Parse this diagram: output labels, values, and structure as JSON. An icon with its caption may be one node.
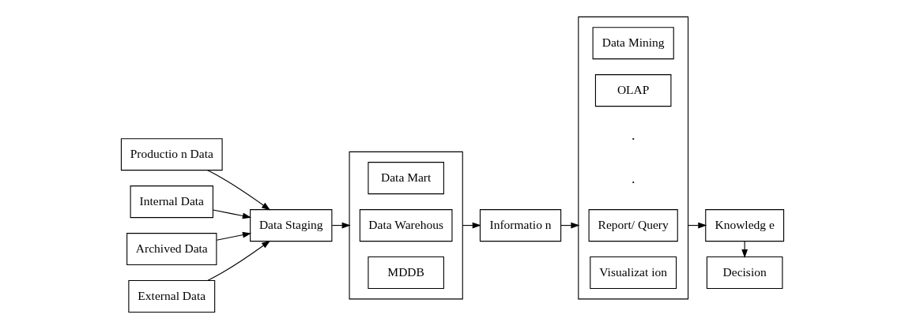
{
  "diagram": {
    "nodes": [
      {
        "text": [
          "Productio n Data"
        ]
      },
      {
        "text": [
          "Internal Data"
        ]
      },
      {
        "text": [
          "Archived Data"
        ]
      },
      {
        "text": [
          "External Data"
        ]
      },
      {
        "text": [
          "Data Staging"
        ]
      },
      {
        "text": [],
        "shape": "box"
      },
      {
        "text": [
          "Data Mart"
        ],
        "in": 5
      },
      {
        "text": [
          "Data Warehous"
        ],
        "in": 5
      },
      {
        "text": [
          "MDDB"
        ],
        "in": 5
      },
      {
        "text": [
          "Informatio n"
        ]
      },
      {
        "text": [],
        "shape": "box"
      },
      {
        "text": [
          "Data Mining"
        ],
        "in": 10
      },
      {
        "text": [
          "OLAP"
        ],
        "in": 10
      },
      {
        "text": [
          "Report/ Query"
        ],
        "in": 10
      },
      {
        "text": [
          "Visualizat ion"
        ],
        "in": 10
      },
      {
        "text": [
          "Knowledg e"
        ]
      },
      {
        "text": [
          "Decision"
        ]
      }
    ],
    "edges": [
      {
        "from": 0,
        "to": 4,
        "arrow": "to"
      },
      {
        "from": 1,
        "to": 4,
        "arrow": "to"
      },
      {
        "from": 2,
        "to": 4,
        "arrow": "to"
      },
      {
        "from": 3,
        "to": 4,
        "arrow": "to"
      },
      {
        "from": 4,
        "to": 5,
        "arrow": "to"
      },
      {
        "from": 5,
        "to": 9,
        "arrow": "to"
      },
      {
        "from": 9,
        "to": 10,
        "arrow": "to"
      },
      {
        "from": 10,
        "to": 15,
        "arrow": "to"
      },
      {
        "from": 15,
        "to": 16,
        "arrow": "to"
      }
    ],
    "labels": [
      ".",
      "."
    ]
  }
}
